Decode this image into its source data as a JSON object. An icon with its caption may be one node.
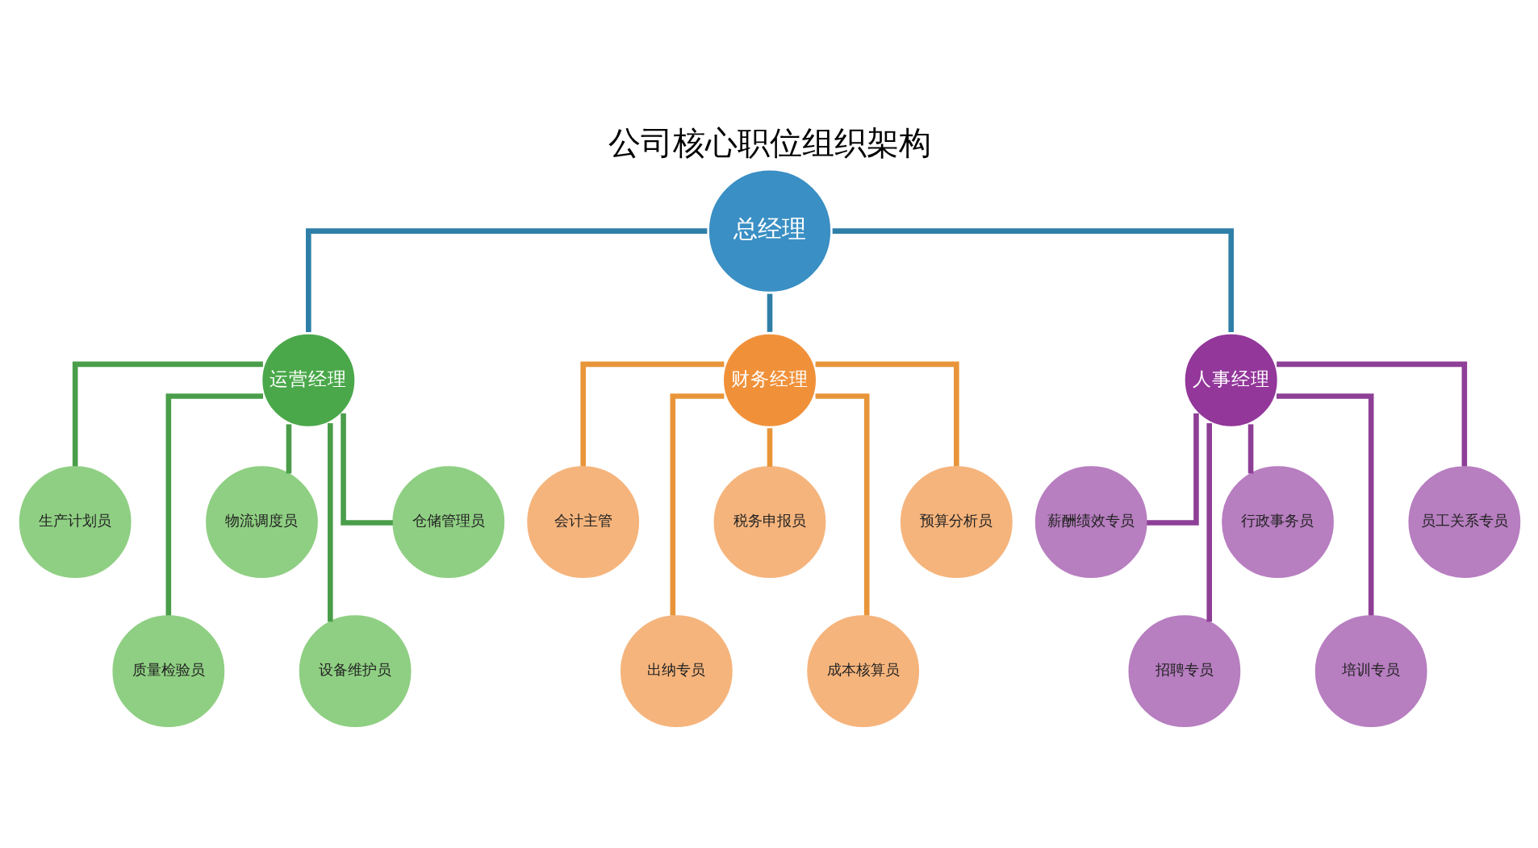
{
  "diagram": {
    "title": "公司核心职位组织架构",
    "nodes": [
      {
        "text": [
          "总经理"
        ]
      },
      {
        "text": [
          "运营经理"
        ]
      },
      {
        "text": [
          "财务经理"
        ]
      },
      {
        "text": [
          "人事经理"
        ]
      },
      {
        "text": [
          "生产计划员"
        ]
      },
      {
        "text": [
          "质量检验员"
        ]
      },
      {
        "text": [
          "物流调度员"
        ]
      },
      {
        "text": [
          "设备维护员"
        ]
      },
      {
        "text": [
          "仓储管理员"
        ]
      },
      {
        "text": [
          "会计主管"
        ]
      },
      {
        "text": [
          "出纳专员"
        ]
      },
      {
        "text": [
          "税务申报员"
        ]
      },
      {
        "text": [
          "成本核算员"
        ]
      },
      {
        "text": [
          "预算分析员"
        ]
      },
      {
        "text": [
          "薪酬绩效专员"
        ]
      },
      {
        "text": [
          "招聘专员"
        ]
      },
      {
        "text": [
          "行政事务员"
        ]
      },
      {
        "text": [
          "培训专员"
        ]
      },
      {
        "text": [
          "员工关系专员"
        ]
      }
    ],
    "edges": [
      {
        "from": 0,
        "to": 1,
        "arrow": "none",
        "color": "#2e7fa8"
      },
      {
        "from": 0,
        "to": 2,
        "arrow": "none",
        "color": "#2e7fa8"
      },
      {
        "from": 0,
        "to": 3,
        "arrow": "none",
        "color": "#2e7fa8"
      },
      {
        "from": 1,
        "to": 4,
        "arrow": "none",
        "color": "#4a9e4a"
      },
      {
        "from": 1,
        "to": 5,
        "arrow": "none",
        "color": "#4a9e4a"
      },
      {
        "from": 1,
        "to": 6,
        "arrow": "none",
        "color": "#4a9e4a"
      },
      {
        "from": 1,
        "to": 7,
        "arrow": "none",
        "color": "#4a9e4a"
      },
      {
        "from": 1,
        "to": 8,
        "arrow": "none",
        "color": "#4a9e4a"
      },
      {
        "from": 2,
        "to": 9,
        "arrow": "none",
        "color": "#e8953a"
      },
      {
        "from": 2,
        "to": 10,
        "arrow": "none",
        "color": "#e8953a"
      },
      {
        "from": 2,
        "to": 11,
        "arrow": "none",
        "color": "#e8953a"
      },
      {
        "from": 2,
        "to": 12,
        "arrow": "none",
        "color": "#e8953a"
      },
      {
        "from": 2,
        "to": 13,
        "arrow": "none",
        "color": "#e8953a"
      },
      {
        "from": 3,
        "to": 14,
        "arrow": "none",
        "color": "#8e3f96"
      },
      {
        "from": 3,
        "to": 15,
        "arrow": "none",
        "color": "#8e3f96"
      },
      {
        "from": 3,
        "to": 16,
        "arrow": "none",
        "color": "#8e3f96"
      },
      {
        "from": 3,
        "to": 17,
        "arrow": "none",
        "color": "#8e3f96"
      },
      {
        "from": 3,
        "to": 18,
        "arrow": "none",
        "color": "#8e3f96"
      }
    ]
  }
}
